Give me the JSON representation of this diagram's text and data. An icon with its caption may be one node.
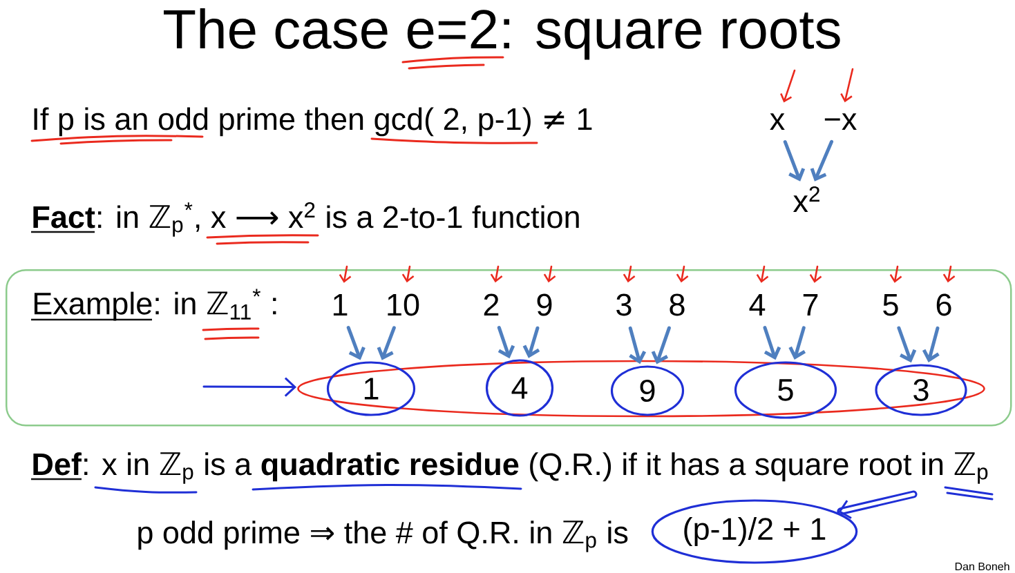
{
  "diagram": {
    "title": "The case e=2: square roots",
    "nodes": [
      {
        "text": [
          "x"
        ]
      },
      {
        "text": [
          "−x"
        ]
      },
      {
        "text": [
          "x$^{2}$"
        ]
      },
      {
        "text": [
          "Example: in ℤ$_{11}$$^{*}$ :"
        ]
      },
      {
        "text": [
          "1"
        ],
        "in": 3
      },
      {
        "text": [
          "10"
        ],
        "in": 3
      },
      {
        "text": [
          "2"
        ],
        "in": 3
      },
      {
        "text": [
          "9"
        ],
        "in": 3
      },
      {
        "text": [
          "3"
        ],
        "in": 3
      },
      {
        "text": [
          "8"
        ],
        "in": 3
      },
      {
        "text": [
          "4"
        ],
        "in": 3
      },
      {
        "text": [
          "7"
        ],
        "in": 3
      },
      {
        "text": [
          "5"
        ],
        "in": 3
      },
      {
        "text": [
          "6"
        ],
        "in": 3
      },
      {
        "text": [],
        "shape": "ellipse",
        "in": 3
      },
      {
        "text": [
          "1"
        ],
        "in": 14
      },
      {
        "text": [
          "4"
        ],
        "in": 14
      },
      {
        "text": [
          "9"
        ],
        "in": 14
      },
      {
        "text": [
          "5"
        ],
        "in": 14
      },
      {
        "text": [
          "3"
        ],
        "in": 14
      },
      {
        "text": [
          "(p-1)/2 + 1"
        ]
      }
    ],
    "edges": [
      {
        "from": 0,
        "to": 2,
        "arrow": "to"
      },
      {
        "from": 1,
        "to": 2,
        "arrow": "to"
      },
      {
        "from": null,
        "to": 0,
        "arrow": "to",
        "color": "#ea2a1e"
      },
      {
        "from": null,
        "to": 1,
        "arrow": "to",
        "color": "#ea2a1e"
      },
      {
        "from": 4,
        "to": 15,
        "arrow": "to"
      },
      {
        "from": 5,
        "to": 15,
        "arrow": "to"
      },
      {
        "from": 6,
        "to": 16,
        "arrow": "to"
      },
      {
        "from": 7,
        "to": 16,
        "arrow": "to"
      },
      {
        "from": 8,
        "to": 17,
        "arrow": "to"
      },
      {
        "from": 9,
        "to": 17,
        "arrow": "to"
      },
      {
        "from": 10,
        "to": 18,
        "arrow": "to"
      },
      {
        "from": 11,
        "to": 18,
        "arrow": "to"
      },
      {
        "from": 12,
        "to": 19,
        "arrow": "to"
      },
      {
        "from": 13,
        "to": 19,
        "arrow": "to"
      },
      {
        "from": null,
        "to": 4,
        "arrow": "to",
        "color": "#ea2a1e"
      },
      {
        "from": null,
        "to": 5,
        "arrow": "to",
        "color": "#ea2a1e"
      },
      {
        "from": null,
        "to": 6,
        "arrow": "to",
        "color": "#ea2a1e"
      },
      {
        "from": null,
        "to": 7,
        "arrow": "to",
        "color": "#ea2a1e"
      },
      {
        "from": null,
        "to": 8,
        "arrow": "to",
        "color": "#ea2a1e"
      },
      {
        "from": null,
        "to": 9,
        "arrow": "to",
        "color": "#ea2a1e"
      },
      {
        "from": null,
        "to": 10,
        "arrow": "to",
        "color": "#ea2a1e"
      },
      {
        "from": null,
        "to": 11,
        "arrow": "to",
        "color": "#ea2a1e"
      },
      {
        "from": null,
        "to": 12,
        "arrow": "to",
        "color": "#ea2a1e"
      },
      {
        "from": null,
        "to": 13,
        "arrow": "to",
        "color": "#ea2a1e"
      },
      {
        "from": null,
        "to": 14,
        "arrow": "to",
        "color": "#1f2fd6"
      },
      {
        "from": null,
        "to": 20,
        "arrow": "to",
        "color": "#1f2fd6",
        "style": "thick"
      }
    ],
    "labels": [
      "If p is an odd prime then gcd( 2, p-1) ≠ 1",
      "**Fact**: in ℤ$_{p}$$^{*}$, x ⟶ x$^{2}$ is a 2-to-1 function",
      "**Def**: x in ℤ$_{p}$ is a **quadratic residue** (Q.R.) if it has a square root in ℤ$_{p}$",
      "p odd prime ⇒ the # of Q.R. in ℤ$_{p}$ is",
      "Dan Boneh"
    ]
  }
}
